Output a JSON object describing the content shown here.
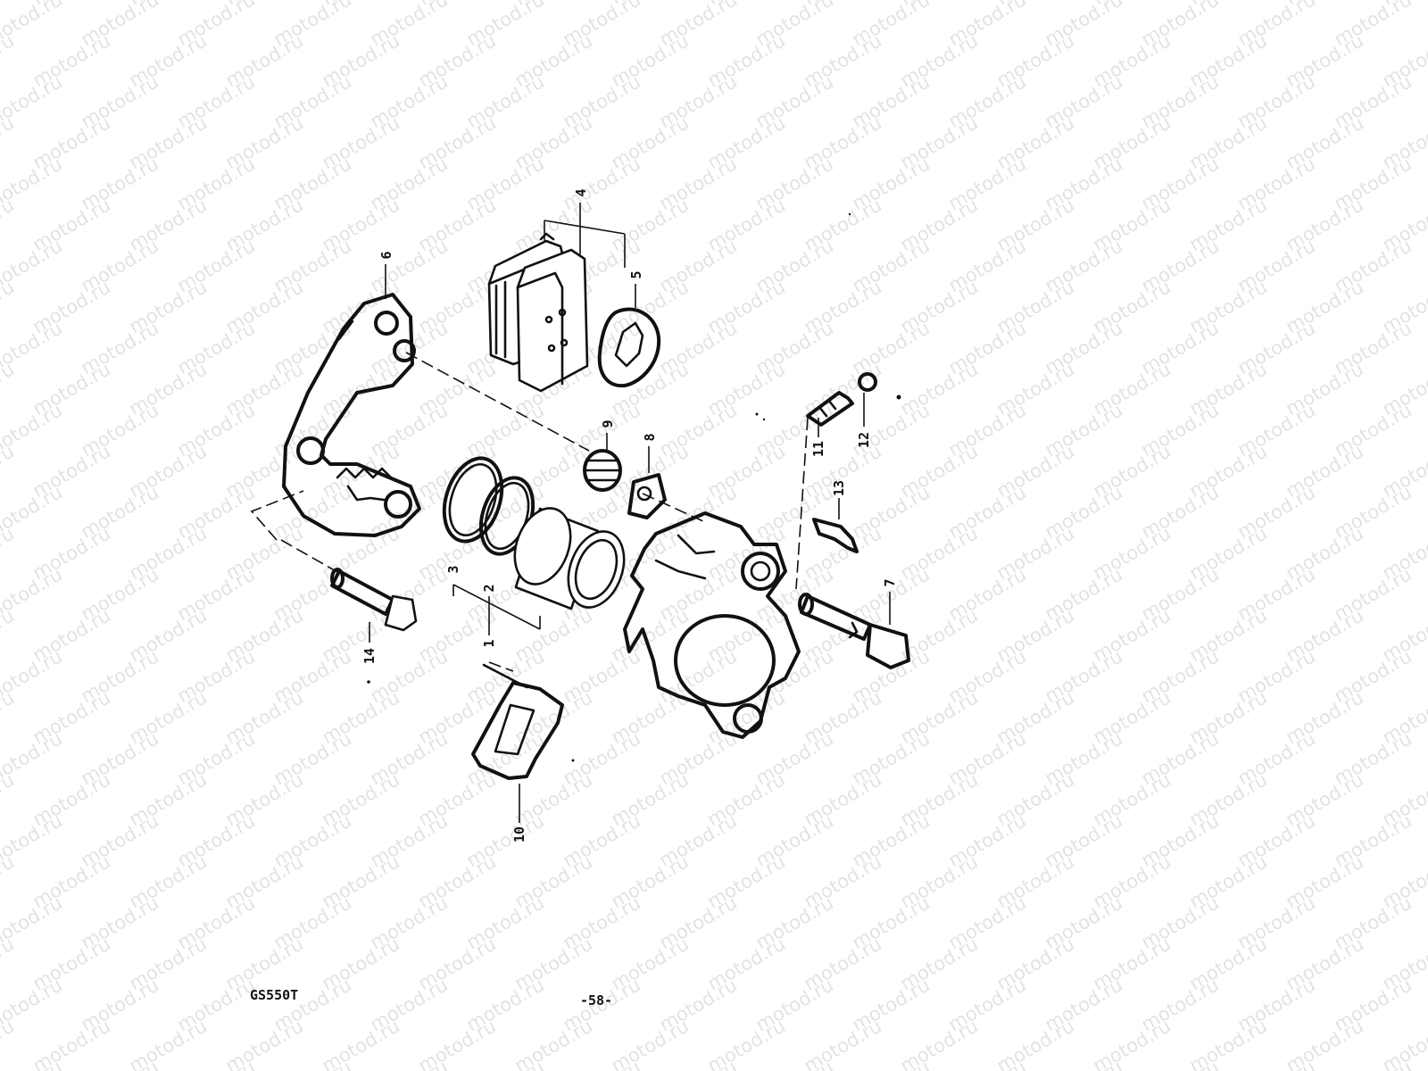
{
  "watermark": "motod.ru",
  "colors": {
    "ink": "#111111",
    "watermark": "#e3e3e3",
    "background": "#ffffff"
  },
  "parts": [
    "1",
    "2",
    "3",
    "4",
    "5",
    "6",
    "7",
    "8",
    "9",
    "10",
    "11",
    "12",
    "13",
    "14"
  ],
  "footer": {
    "model": "GS550T",
    "page": "-58-"
  }
}
